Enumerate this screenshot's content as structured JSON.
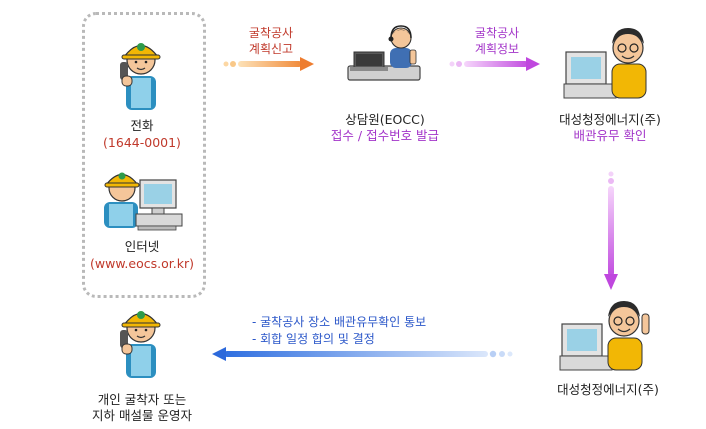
{
  "applicant_box": {
    "phone_label": "전화",
    "phone_number": "(1644-0001)",
    "internet_label": "인터넷",
    "internet_url": "(www.eocs.or.kr)"
  },
  "step1_arrow": {
    "line1": "굴착공사",
    "line2": "계획신고"
  },
  "counselor": {
    "label": "상담원(EOCC)",
    "action": "접수 / 접수번호 발급"
  },
  "step2_arrow": {
    "line1": "굴착공사",
    "line2": "계획정보"
  },
  "gas_company_top": {
    "label": "대성청정에너지(주)",
    "action": "배관유무 확인"
  },
  "gas_company_bottom": {
    "label": "대성청정에너지(주)"
  },
  "notification": {
    "line1": "- 굴착공사 장소 배관유무확인 통보",
    "line2": "- 회합 일정 합의 및 결정"
  },
  "recipient": {
    "line1": "개인 굴착자 또는",
    "line2": "지하 매설물 운영자"
  },
  "colors": {
    "orange": "#f39c3d",
    "purple": "#c24ee0",
    "blue": "#2f6fe0",
    "red_text": "#c0392b",
    "purple_text": "#a335c9",
    "blue_text": "#2b57c9"
  }
}
